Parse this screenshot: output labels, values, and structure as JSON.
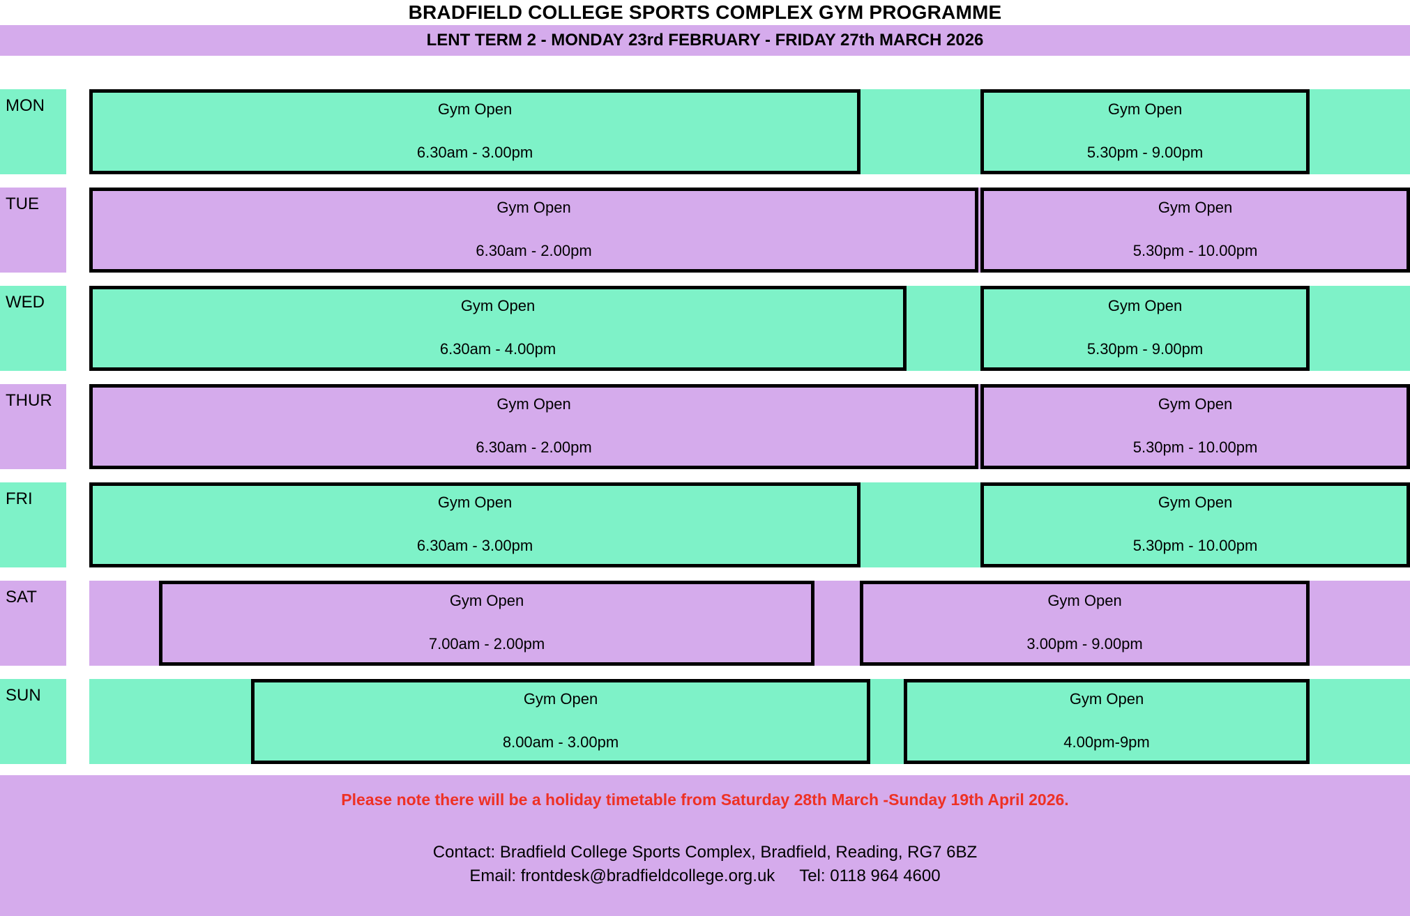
{
  "header": {
    "main_title": "BRADFIELD COLLEGE SPORTS COMPLEX GYM PROGRAMME",
    "term_line": "LENT TERM 2 - MONDAY 23rd FEBRUARY - FRIDAY 27th MARCH 2026"
  },
  "colors": {
    "green": "#7ef2c8",
    "purple": "#d5abec",
    "notice_red": "#ee3124",
    "border": "#000000"
  },
  "schedule": {
    "days": [
      {
        "label": "MON",
        "color": "green",
        "sessions": [
          {
            "title": "Gym Open",
            "time": "6.30am - 3.00pm"
          },
          {
            "title": "Gym Open",
            "time": "5.30pm - 9.00pm"
          }
        ]
      },
      {
        "label": "TUE",
        "color": "purple",
        "sessions": [
          {
            "title": "Gym Open",
            "time": "6.30am - 2.00pm"
          },
          {
            "title": "Gym Open",
            "time": "5.30pm - 10.00pm"
          }
        ]
      },
      {
        "label": "WED",
        "color": "green",
        "sessions": [
          {
            "title": "Gym Open",
            "time": "6.30am - 4.00pm"
          },
          {
            "title": "Gym Open",
            "time": "5.30pm - 9.00pm"
          }
        ]
      },
      {
        "label": "THUR",
        "color": "purple",
        "sessions": [
          {
            "title": "Gym Open",
            "time": "6.30am - 2.00pm"
          },
          {
            "title": "Gym Open",
            "time": "5.30pm - 10.00pm"
          }
        ]
      },
      {
        "label": "FRI",
        "color": "green",
        "sessions": [
          {
            "title": "Gym Open",
            "time": "6.30am - 3.00pm"
          },
          {
            "title": "Gym Open",
            "time": "5.30pm - 10.00pm"
          }
        ]
      },
      {
        "label": "SAT",
        "color": "purple",
        "sessions": [
          {
            "title": "Gym Open",
            "time": "7.00am - 2.00pm"
          },
          {
            "title": "Gym Open",
            "time": "3.00pm - 9.00pm"
          }
        ]
      },
      {
        "label": "SUN",
        "color": "green",
        "sessions": [
          {
            "title": "Gym Open",
            "time": "8.00am - 3.00pm"
          },
          {
            "title": "Gym Open",
            "time": "4.00pm-9pm"
          }
        ]
      }
    ]
  },
  "footer": {
    "notice": "Please note there will be a holiday timetable from Saturday 28th March -Sunday 19th April 2026.",
    "contact_line": "Contact:  Bradfield College Sports Complex, Bradfield, Reading, RG7 6BZ",
    "email_label": "Email:  frontdesk@bradfieldcollege.org.uk",
    "tel_label": "Tel:  0118 964 4600"
  }
}
